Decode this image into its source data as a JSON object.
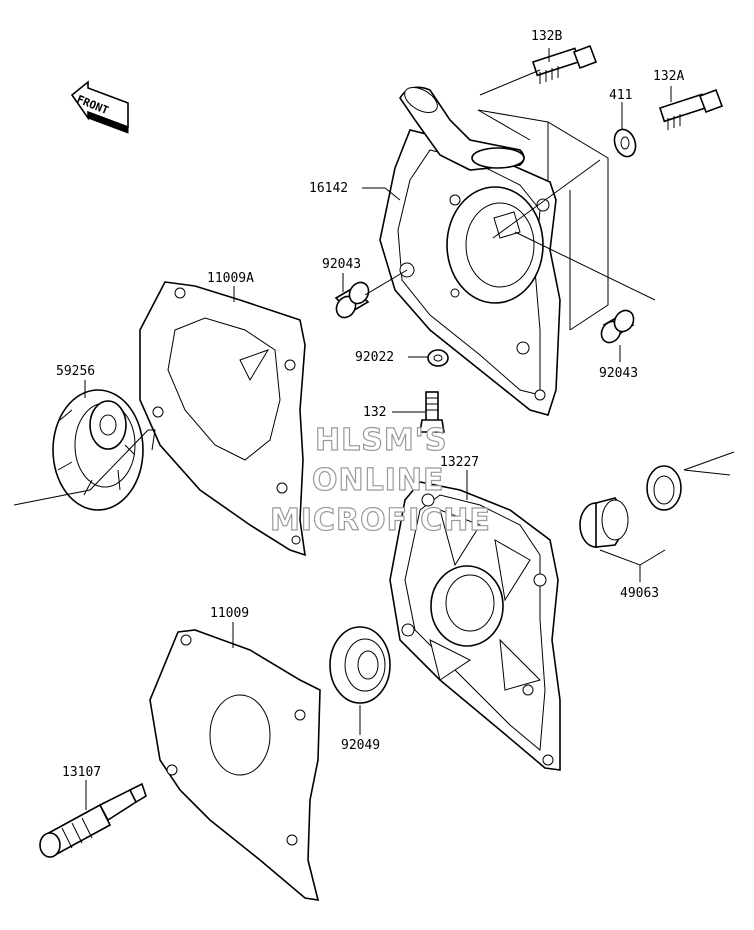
{
  "front_indicator": {
    "label": "FRONT"
  },
  "parts": {
    "p132B": "132B",
    "p132A": "132A",
    "p411": "411",
    "p16142": "16142",
    "p92043_left": "92043",
    "p11009A": "11009A",
    "p59256": "59256",
    "p92022": "92022",
    "p92043_right": "92043",
    "p132": "132",
    "p13227": "13227",
    "p49063": "49063",
    "p11009": "11009",
    "p92049": "92049",
    "p13107": "13107"
  },
  "watermark": {
    "line1": "HLSM'S",
    "line2": "ONLINE",
    "line3": "MICROFICHE"
  }
}
